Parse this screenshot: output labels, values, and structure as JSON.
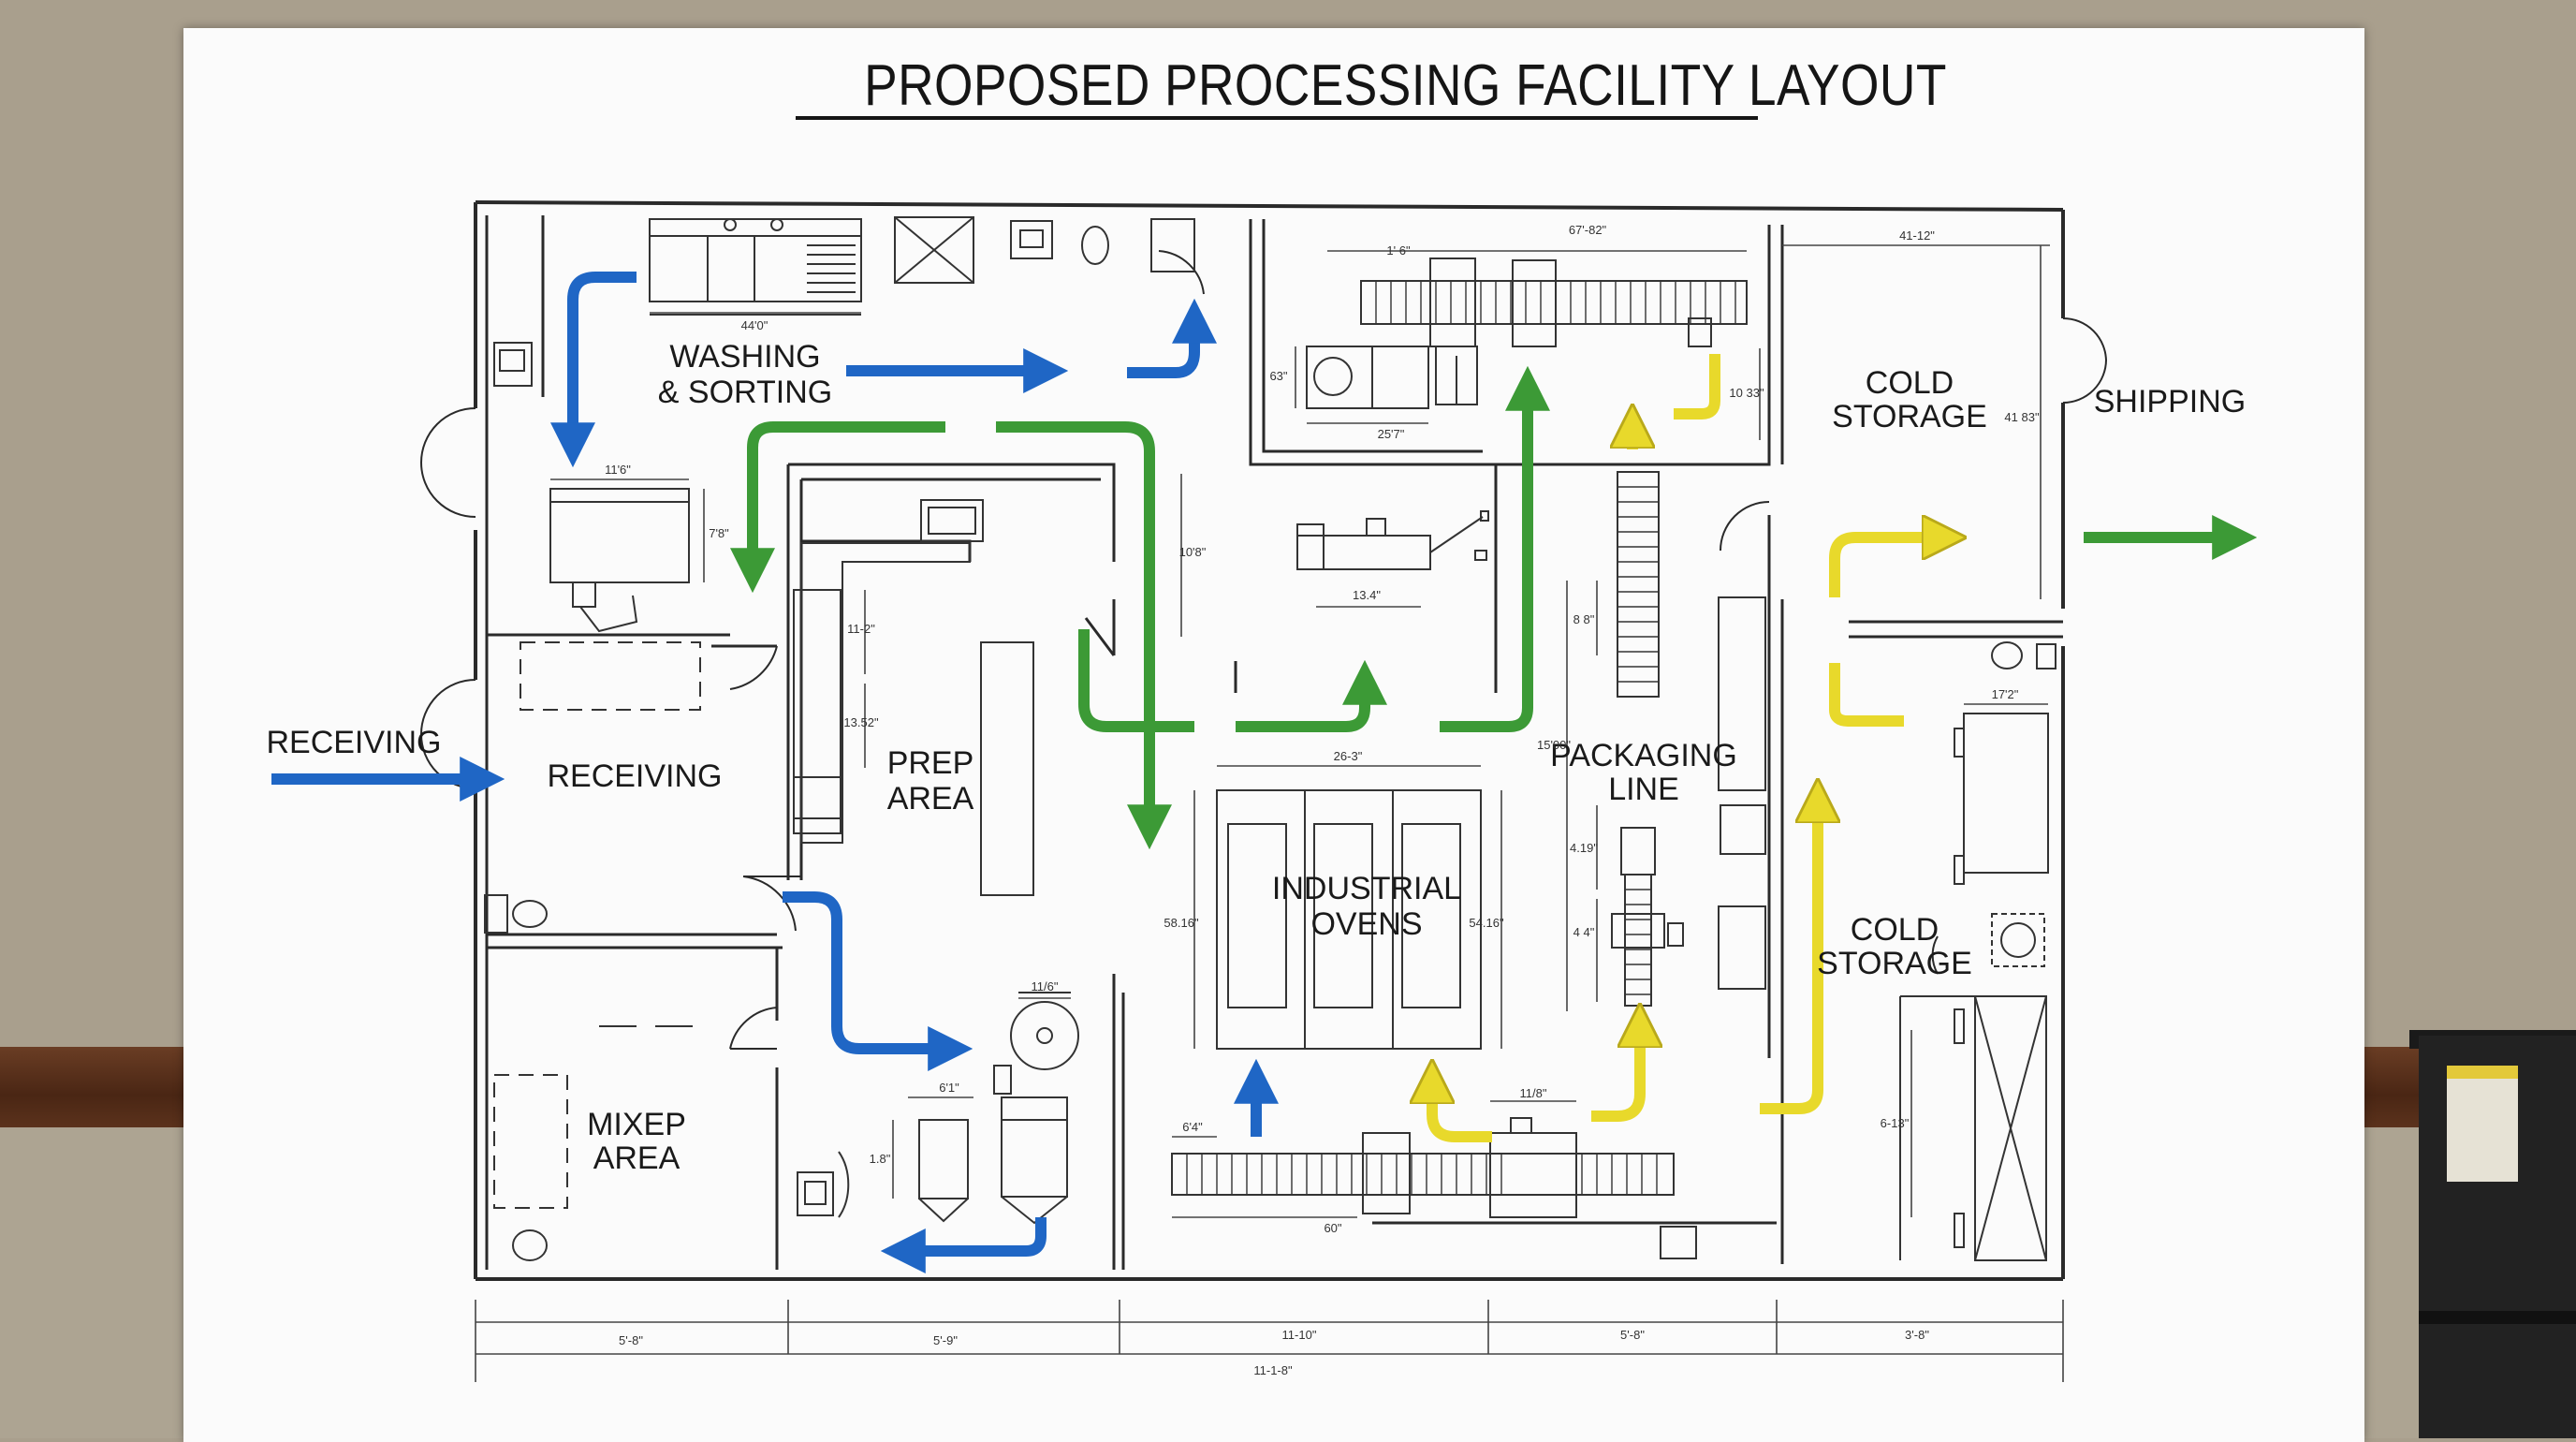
{
  "title": "PROPOSED PROCESSING FACILITY LAYOUT",
  "rooms": {
    "washing_line1": "WASHING",
    "washing_line2": "& SORTING",
    "receiving_outer": "RECEIVING",
    "receiving_room": "RECEIVING",
    "prep_line1": "PREP",
    "prep_line2": "AREA",
    "mixep_line1": "MIXEP",
    "mixep_line2": "AREA",
    "ovens_line1": "INDUSTRIAL",
    "ovens_line2": "OVENS",
    "packaging_line1": "PACKAGING",
    "packaging_line2": "LINE",
    "cold_upper_line1": "COLD",
    "cold_upper_line2": "STORAGE",
    "cold_lower_line1": "COLD",
    "cold_lower_line2": "STORAGE",
    "shipping": "SHIPPING"
  },
  "dimensions": {
    "washer": "44'0\"",
    "hopper": "11'6\"",
    "hopper_side": "7'8\"",
    "conveyor_top_a": "1' 6\"",
    "conveyor_top_b": "67'-82\"",
    "cold_top": "41-12\"",
    "cold_side": "41 83\"",
    "small_unit_side": "63\"",
    "small_unit_w": "25'7\"",
    "right_side_a": "10 33\"",
    "mixer_room_side": "10'8\"",
    "mixer_w": "13.4\"",
    "prep_side_a": "11-2\"",
    "prep_side_b": "13.52\"",
    "ovens_w": "26-3\"",
    "ovens_left": "58.16\"",
    "ovens_right": "54.16\"",
    "pkg_run_a": "8 8\"",
    "pkg_run_b": "15'00\"",
    "pkg_run_c": "4.19\"",
    "pkg_run_d": "4 4\"",
    "cold_unit_w": "17'2\"",
    "cold_lower_side": "6-13\"",
    "bowl_w": "11/6\"",
    "tanks_w": "6'1\"",
    "tanks_side": "1.8\"",
    "bottom_left_w": "6'4\"",
    "bottom_conveyor_w": "60\"",
    "bottom_unit_w": "11/8\"",
    "seg1": "5'-8\"",
    "seg2": "5'-9\"",
    "seg3": "11-10\"",
    "seg4": "5'-8\"",
    "seg5": "3'-8\"",
    "total": "11-1-8\""
  },
  "flow_colors": {
    "blue": "#1f66c5",
    "green": "#3c9a36",
    "yellow": "#e8d92b"
  }
}
